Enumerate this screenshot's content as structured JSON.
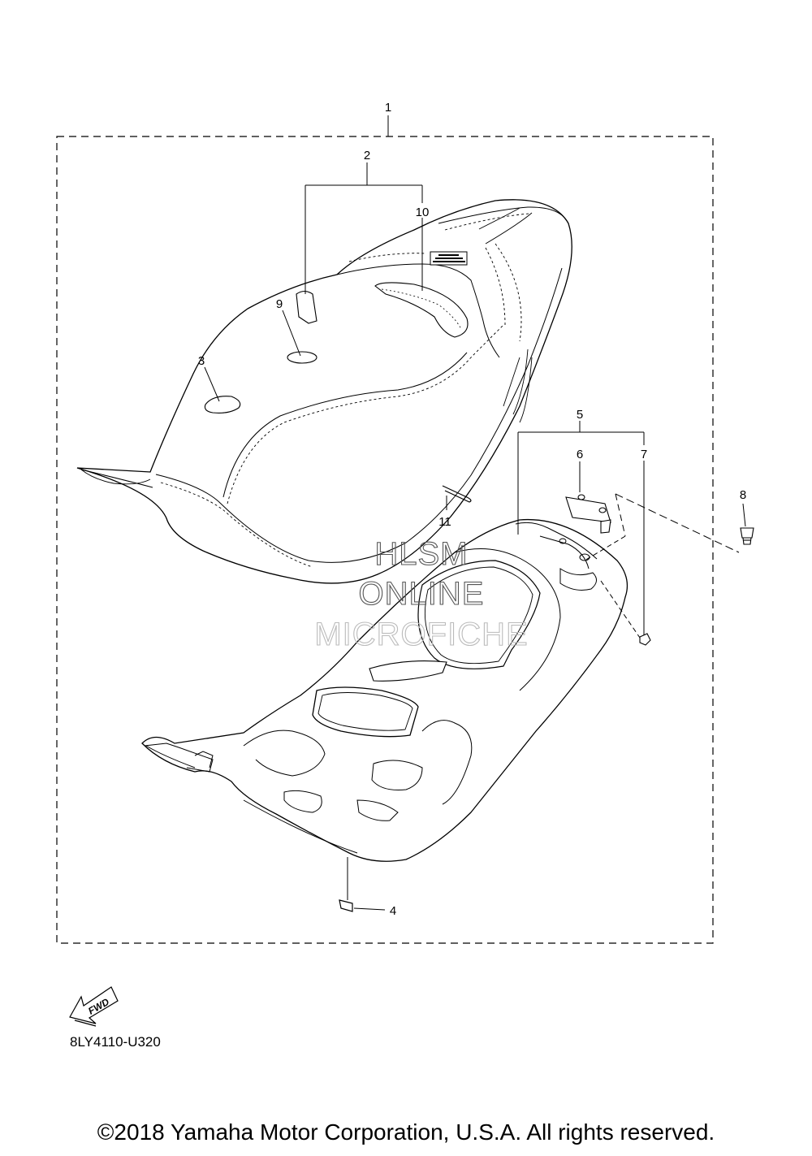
{
  "callouts": {
    "c1": "1",
    "c2": "2",
    "c3": "3",
    "c4": "4",
    "c5": "5",
    "c6": "6",
    "c7": "7",
    "c8": "8",
    "c9": "9",
    "c10": "10",
    "c11": "11"
  },
  "watermark": {
    "line1": "HLSM",
    "line2": "ONLINE",
    "line3": "MICROFICHE"
  },
  "fwd_label": "FWD",
  "part_code": "8LY4110-U320",
  "copyright": "©2018 Yamaha Motor Corporation, U.S.A. All rights reserved."
}
